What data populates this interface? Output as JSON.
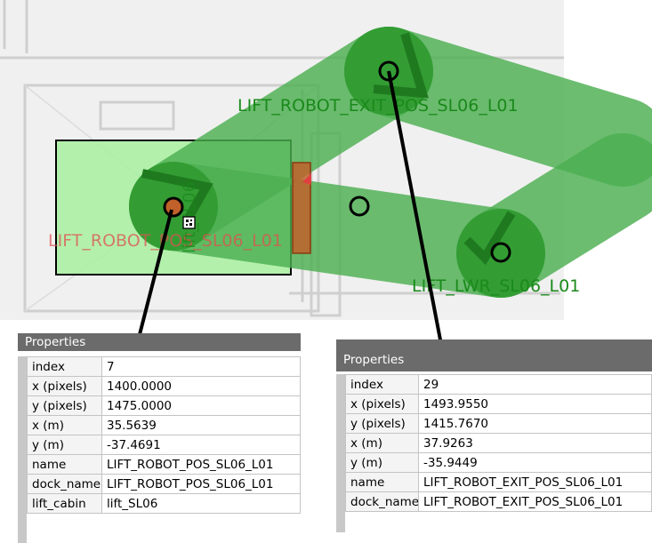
{
  "map": {
    "labels": {
      "exit_pos": "LIFT_ROBOT_EXIT_POS_SL06_L01",
      "robot_pos": "LIFT_ROBOT_POS_SL06_L01",
      "lift_cabin": "lift_SL06",
      "lwr_pos": "LIFT_LWR_SL06_L01"
    },
    "colors": {
      "path_green": "#4caf50",
      "node_green": "#2e9a2e",
      "cabin_fill": "#a8f0a0",
      "door_orange": "#c0602a",
      "label_green": "#1a8a1a",
      "label_red": "#e05050"
    }
  },
  "panels": {
    "left": {
      "title": "Properties",
      "rows": [
        {
          "key": "index",
          "value": "7"
        },
        {
          "key": "x (pixels)",
          "value": "1400.0000"
        },
        {
          "key": "y (pixels)",
          "value": "1475.0000"
        },
        {
          "key": "x (m)",
          "value": "35.5639"
        },
        {
          "key": "y (m)",
          "value": "-37.4691"
        },
        {
          "key": "name",
          "value": "LIFT_ROBOT_POS_SL06_L01"
        },
        {
          "key": "dock_name",
          "value": "LIFT_ROBOT_POS_SL06_L01"
        },
        {
          "key": "lift_cabin",
          "value": "lift_SL06"
        }
      ]
    },
    "right": {
      "title": "Properties",
      "rows": [
        {
          "key": "index",
          "value": "29"
        },
        {
          "key": "x (pixels)",
          "value": "1493.9550"
        },
        {
          "key": "y (pixels)",
          "value": "1415.7670"
        },
        {
          "key": "x (m)",
          "value": "37.9263"
        },
        {
          "key": "y (m)",
          "value": "-35.9449"
        },
        {
          "key": "name",
          "value": "LIFT_ROBOT_EXIT_POS_SL06_L01"
        },
        {
          "key": "dock_name",
          "value": "LIFT_ROBOT_EXIT_POS_SL06_L01"
        }
      ]
    }
  }
}
